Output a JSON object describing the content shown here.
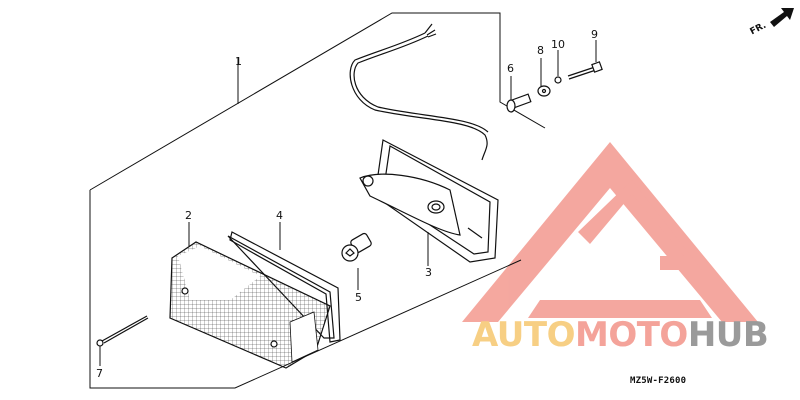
{
  "diagram": {
    "type": "exploded-parts-diagram",
    "subject": "tail light assembly",
    "diagram_code": "MZ5W-F2600",
    "direction_label": "FR.",
    "callouts": [
      {
        "number": "1",
        "part": "tail light assembly"
      },
      {
        "number": "2",
        "part": "lens"
      },
      {
        "number": "3",
        "part": "base / housing with wiring"
      },
      {
        "number": "4",
        "part": "gasket"
      },
      {
        "number": "5",
        "part": "bulb"
      },
      {
        "number": "6",
        "part": "collar"
      },
      {
        "number": "7",
        "part": "screw"
      },
      {
        "number": "8",
        "part": "washer"
      },
      {
        "number": "9",
        "part": "bolt"
      },
      {
        "number": "10",
        "part": "nut"
      }
    ]
  },
  "watermark": {
    "part1": "AUTO",
    "part2": "MOTO",
    "part3": "HUB",
    "colors": {
      "auto": "#f7cf84",
      "moto": "#f4a39a",
      "hub": "#9a9a9a",
      "triangle": "#f4a39a"
    }
  }
}
